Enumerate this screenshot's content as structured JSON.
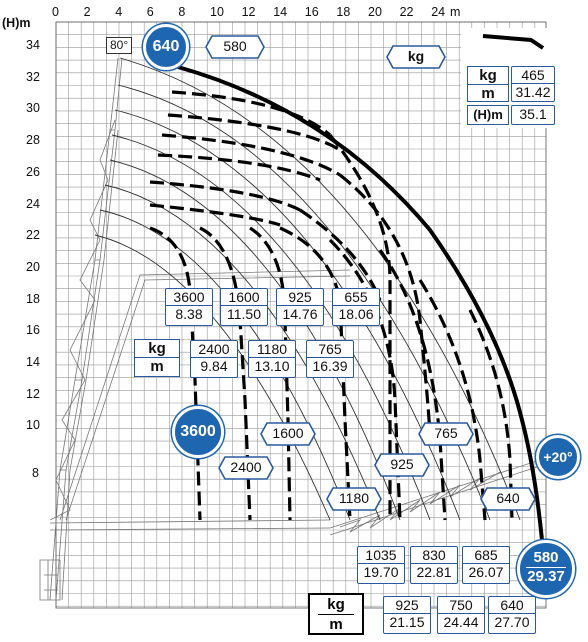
{
  "axes": {
    "x_unit": "m",
    "y_unit": "(H)m",
    "x_ticks": [
      "0",
      "2",
      "4",
      "6",
      "8",
      "10",
      "12",
      "14",
      "16",
      "18",
      "20",
      "22",
      "24"
    ],
    "y_ticks": [
      "34",
      "32",
      "30",
      "28",
      "26",
      "24",
      "22",
      "20",
      "18",
      "16",
      "14",
      "12",
      "10",
      "8"
    ]
  },
  "angle_label": "80°",
  "top_circle": "640",
  "top_hex": "580",
  "kg_hex": "kg",
  "info_table": {
    "kg_label": "kg",
    "m_label": "m",
    "h_label": "(H)m",
    "kg_value": "465",
    "m_value": "31.42",
    "h_value": "35.1"
  },
  "inner_table": {
    "kg_label": "kg",
    "m_label": "m",
    "row1": [
      {
        "kg": "3600",
        "m": "8.38"
      },
      {
        "kg": "1600",
        "m": "11.50"
      },
      {
        "kg": "925",
        "m": "14.76"
      },
      {
        "kg": "655",
        "m": "18.06"
      }
    ],
    "row2": [
      {
        "kg": "2400",
        "m": "9.84"
      },
      {
        "kg": "1180",
        "m": "13.10"
      },
      {
        "kg": "765",
        "m": "16.39"
      }
    ]
  },
  "curve_labels": {
    "c3600": "3600",
    "c1600": "1600",
    "c2400": "2400",
    "c765": "765",
    "c925": "925",
    "c1180": "1180",
    "c640": "640"
  },
  "plus20": "+20°",
  "bottom_circle": {
    "kg": "580",
    "m": "29.37"
  },
  "bottom_table": {
    "upper": [
      {
        "kg": "1035",
        "m": "19.70"
      },
      {
        "kg": "830",
        "m": "22.81"
      },
      {
        "kg": "685",
        "m": "26.07"
      }
    ],
    "lower": [
      {
        "kg": "925",
        "m": "21.15"
      },
      {
        "kg": "750",
        "m": "24.44"
      },
      {
        "kg": "640",
        "m": "27.70"
      }
    ]
  },
  "bottom_unit": {
    "kg": "kg",
    "m": "m"
  },
  "colors": {
    "accent": "#1f66b0",
    "border": "#2a5a9e",
    "grid": "#9a9a9a",
    "curve": "#111111"
  }
}
